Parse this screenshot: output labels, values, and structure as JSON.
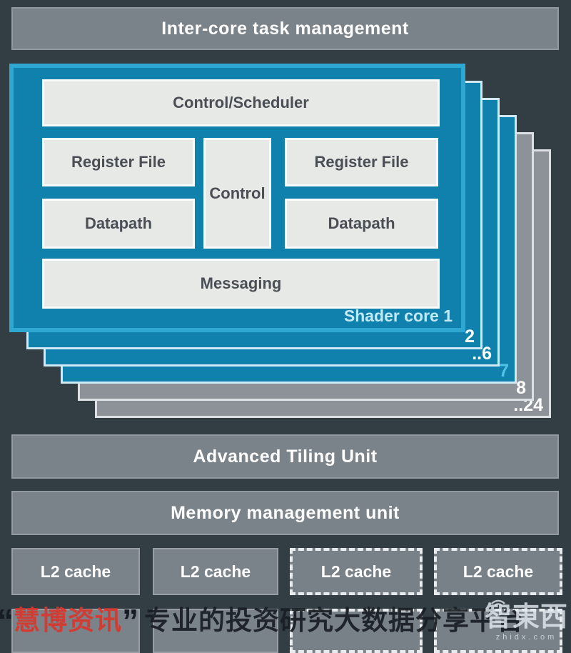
{
  "title_bar": {
    "label": "Inter-core task management"
  },
  "shader_stack": {
    "front_card": {
      "name_label": "Shader core 1",
      "control_scheduler": "Control/Scheduler",
      "register_file_left": "Register File",
      "control": "Control",
      "register_file_right": "Register File",
      "datapath_left": "Datapath",
      "datapath_right": "Datapath",
      "messaging": "Messaging"
    },
    "stacked_cards": [
      {
        "label": "2",
        "fill": "blue",
        "label_color": "#ffffff"
      },
      {
        "label": "..6",
        "fill": "blue",
        "label_color": "#ffffff"
      },
      {
        "label": "7",
        "fill": "blue",
        "label_color": "#52c3e8"
      },
      {
        "label": "8",
        "fill": "gray",
        "label_color": "#ffffff"
      },
      {
        "label": "..24",
        "fill": "gray",
        "label_color": "#ffffff"
      }
    ]
  },
  "bars": {
    "advanced_tiling_unit": "Advanced Tiling Unit",
    "memory_management_unit": "Memory management unit"
  },
  "l2_caches": [
    {
      "label": "L2 cache",
      "border": "solid"
    },
    {
      "label": "L2 cache",
      "border": "solid"
    },
    {
      "label": "L2 cache",
      "border": "dashed"
    },
    {
      "label": "L2 cache",
      "border": "dashed"
    }
  ],
  "watermark": {
    "open_quote": "“",
    "brand": "慧博资讯",
    "close_quote": "”",
    "tagline": "专业的投资研究大数据分享平台",
    "brand_color": "#d6372d"
  },
  "logo": {
    "name": "智東西",
    "domain": "zhidx.com"
  },
  "colors": {
    "background": "#323d44",
    "bar_fill": "#7b838a",
    "card_blue": "#0f81ac",
    "card_blue_border": "#2ea7d2",
    "card_gray": "#8c9297",
    "inner_box_fill": "#e7e9e6",
    "inner_box_text": "#4a4f55"
  }
}
